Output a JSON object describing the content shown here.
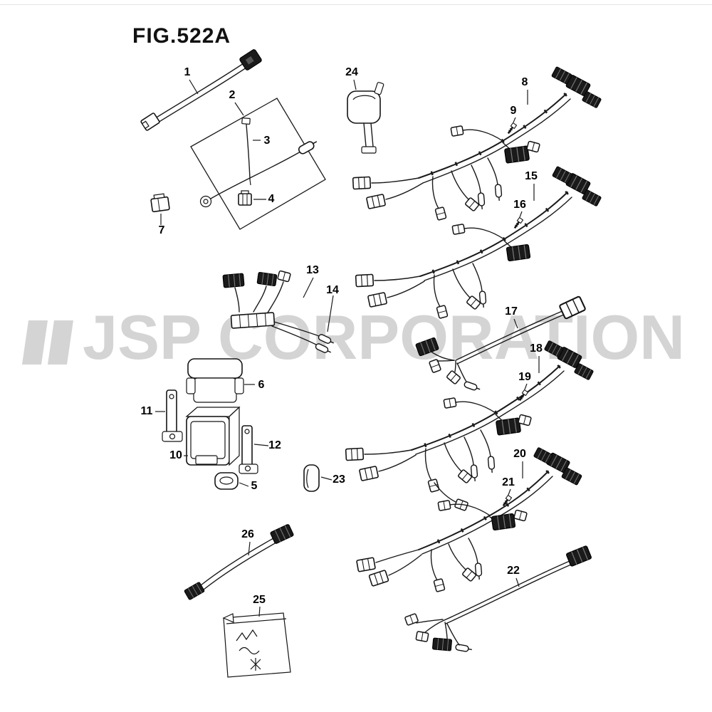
{
  "title": "FIG.522A",
  "watermark": {
    "text": "JSP CORPORATION"
  },
  "labels": [
    "1",
    "2",
    "3",
    "4",
    "5",
    "6",
    "7",
    "8",
    "9",
    "10",
    "11",
    "12",
    "13",
    "14",
    "15",
    "16",
    "17",
    "18",
    "19",
    "20",
    "21",
    "22",
    "23",
    "24",
    "25",
    "26"
  ],
  "colors": {
    "line": "#1b1b1b",
    "watermark": "#d4d4d4",
    "background": "#ffffff"
  }
}
